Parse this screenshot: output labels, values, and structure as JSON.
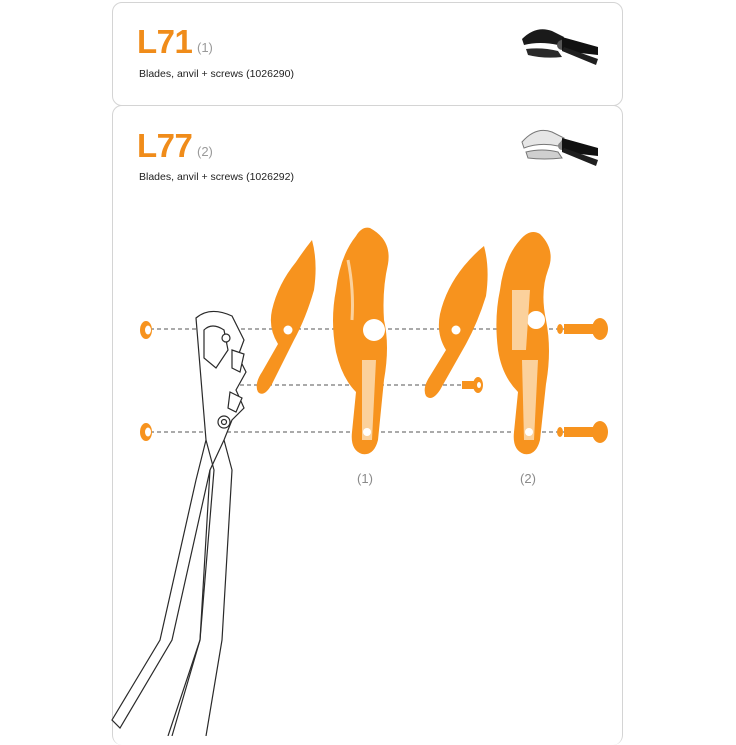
{
  "sections": [
    {
      "model": "L71",
      "number": "(1)",
      "description": "Blades, anvil + screws (1026290)",
      "thumbnail": "black-lopper-head-icon"
    },
    {
      "model": "L77",
      "number": "(2)",
      "description": "Blades, anvil + screws (1026292)",
      "thumbnail": "silver-lopper-head-icon"
    }
  ],
  "diagram": {
    "part_labels": [
      "(1)",
      "(2)"
    ],
    "colors": {
      "accent": "#f08c1a",
      "part_fill": "#f7931e",
      "outline": "#2a2a2a",
      "dash": "#555555",
      "border": "#d4d4d4"
    }
  }
}
